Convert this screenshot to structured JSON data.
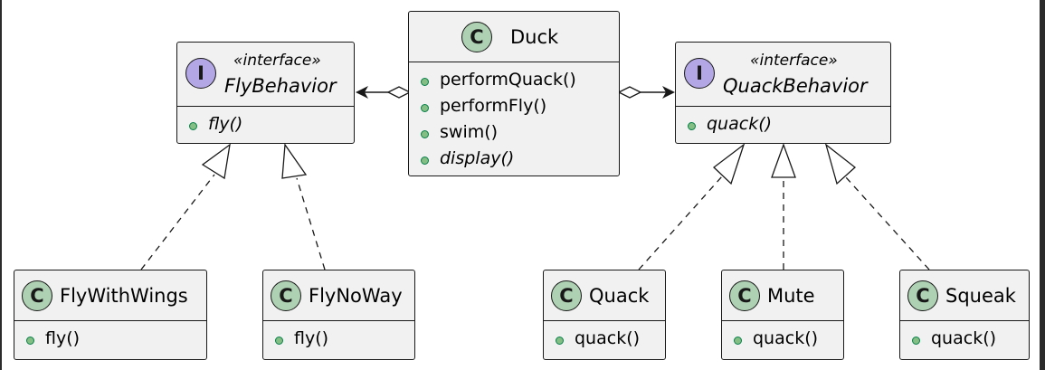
{
  "diagram": {
    "duck": {
      "name": "Duck",
      "badge": "C",
      "methods": [
        {
          "text": "performQuack()",
          "italic": false
        },
        {
          "text": "performFly()",
          "italic": false
        },
        {
          "text": "swim()",
          "italic": false
        },
        {
          "text": "display()",
          "italic": true
        }
      ]
    },
    "fly_behavior": {
      "name": "FlyBehavior",
      "badge": "I",
      "stereotype": "«interface»",
      "methods": [
        {
          "text": "fly()",
          "italic": true
        }
      ]
    },
    "quack_behavior": {
      "name": "QuackBehavior",
      "badge": "I",
      "stereotype": "«interface»",
      "methods": [
        {
          "text": "quack()",
          "italic": true
        }
      ]
    },
    "fly_with_wings": {
      "name": "FlyWithWings",
      "badge": "C",
      "methods": [
        {
          "text": "fly()",
          "italic": false
        }
      ]
    },
    "fly_no_way": {
      "name": "FlyNoWay",
      "badge": "C",
      "methods": [
        {
          "text": "fly()",
          "italic": false
        }
      ]
    },
    "quack": {
      "name": "Quack",
      "badge": "C",
      "methods": [
        {
          "text": "quack()",
          "italic": false
        }
      ]
    },
    "mute": {
      "name": "Mute",
      "badge": "C",
      "methods": [
        {
          "text": "quack()",
          "italic": false
        }
      ]
    },
    "squeak": {
      "name": "Squeak",
      "badge": "C",
      "methods": [
        {
          "text": "quack()",
          "italic": false
        }
      ]
    }
  },
  "colors": {
    "class_badge": "#add1b2",
    "interface_badge": "#b4a7e5",
    "box_fill": "#f1f1f1",
    "public_method_dot": "#84be84"
  }
}
